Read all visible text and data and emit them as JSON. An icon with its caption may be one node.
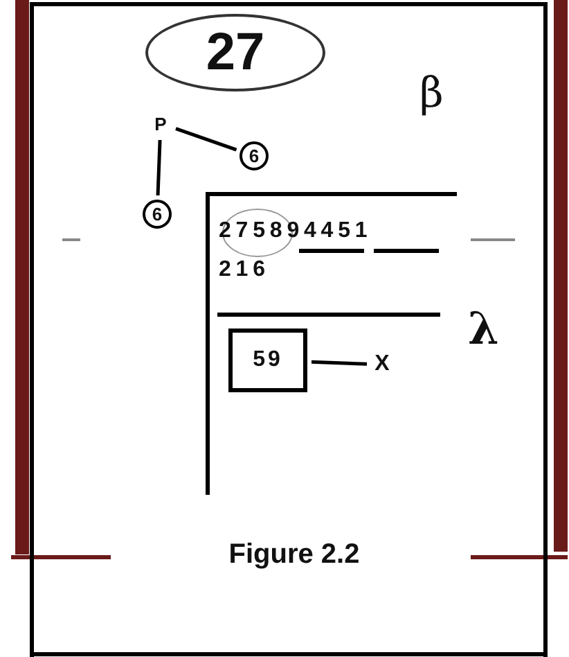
{
  "diagram": {
    "caption": "Figure 2.2",
    "nodes": [
      {
        "text": [
          "27"
        ]
      },
      {
        "text": [
          "P"
        ]
      },
      {
        "text": [
          "6"
        ]
      },
      {
        "text": [
          "6"
        ]
      },
      {
        "text": [
          "59"
        ]
      },
      {
        "text": [
          "X"
        ]
      }
    ],
    "edges": [
      {
        "from": 1,
        "to": 2,
        "arrow": "none"
      },
      {
        "from": 1,
        "to": 3,
        "arrow": "none"
      },
      {
        "from": 4,
        "to": 5,
        "arrow": "none"
      }
    ],
    "labels": [
      "β",
      "275894451",
      "216",
      "λ"
    ]
  }
}
